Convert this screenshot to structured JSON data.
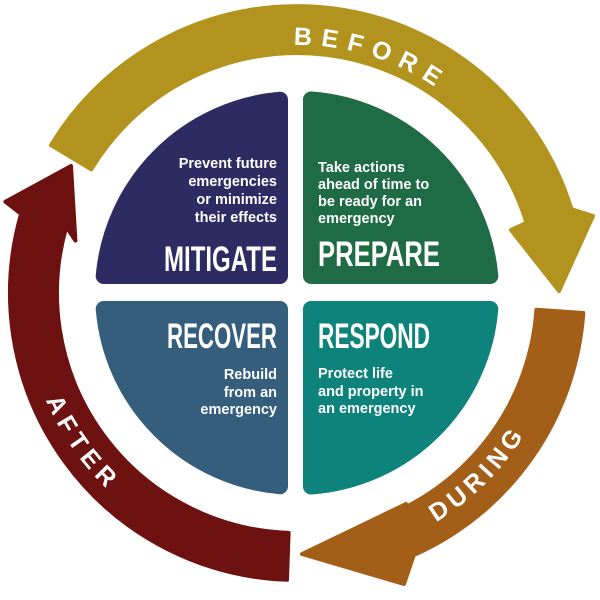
{
  "colors": {
    "background": "#ffffff",
    "mitigate": "#2e2a62",
    "prepare": "#1e6b45",
    "recover": "#345e7c",
    "respond": "#0d837c",
    "before_arrow": "#b2931d",
    "during_arrow": "#a35f17",
    "after_arrow": "#6e1111",
    "label_text": "#ffffff"
  },
  "cycle_arrows": {
    "before": {
      "label": "BEFORE"
    },
    "during": {
      "label": "DURING"
    },
    "after": {
      "label": "AFTER"
    }
  },
  "quadrants": {
    "mitigate": {
      "label": "MITIGATE",
      "description_lines": [
        "Prevent future",
        "emergencies",
        "or minimize",
        "their effects"
      ]
    },
    "prepare": {
      "label": "PREPARE",
      "description_lines": [
        "Take actions",
        "ahead of time to",
        "be ready for an",
        "emergency"
      ]
    },
    "recover": {
      "label": "RECOVER",
      "description_lines": [
        "Rebuild",
        "from an",
        "emergency"
      ]
    },
    "respond": {
      "label": "RESPOND",
      "description_lines": [
        "Protect life",
        "and property in",
        "an emergency"
      ]
    }
  }
}
